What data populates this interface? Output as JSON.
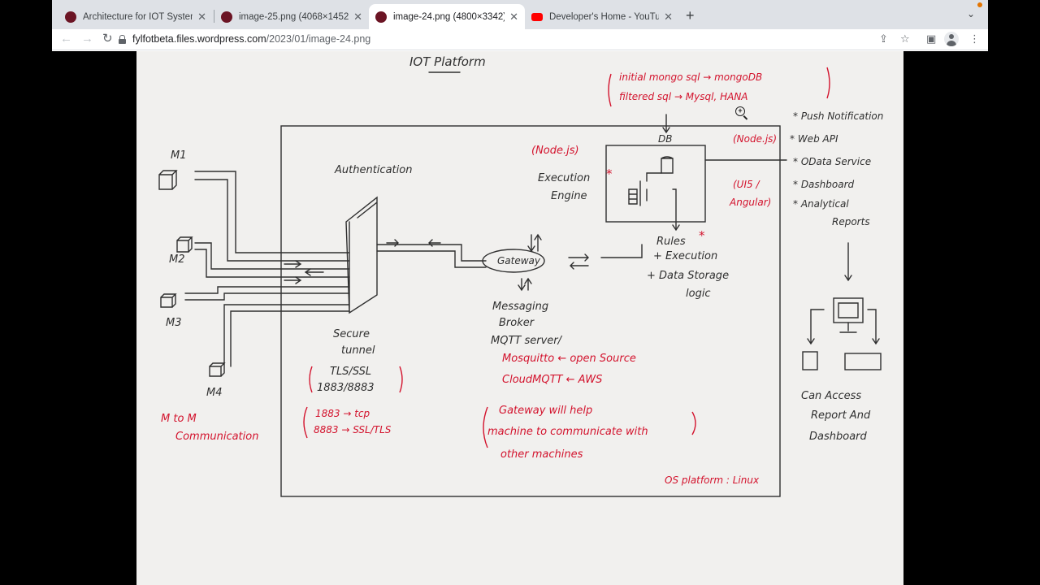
{
  "tabs": [
    {
      "title": "Architecture for IOT System – F",
      "favicon_color": "#6b1424",
      "active": false
    },
    {
      "title": "image-25.png (4068×1452)",
      "favicon_color": "#6b1424",
      "active": false
    },
    {
      "title": "image-24.png (4800×3342)",
      "favicon_color": "#6b1424",
      "active": true
    },
    {
      "title": "Developer's Home - YouTube",
      "favicon_color": "#ff0000",
      "active": false
    }
  ],
  "address": {
    "host": "fylfotbeta.files.wordpress.com",
    "path": "/2023/01/image-24.png"
  },
  "icons": {
    "back": "arrow-left-icon",
    "forward": "arrow-right-icon",
    "reload": "reload-icon",
    "share": "share-icon",
    "bookmark": "star-icon",
    "side_panel": "side-panel-icon",
    "profile": "avatar",
    "menu": "kebab-menu-icon",
    "zoom": "zoom-in-icon"
  },
  "colors": {
    "red_ink": "#d3132d",
    "pencil": "#2f2f2f",
    "paper": "#f1f0ee"
  },
  "diagram": {
    "title": "IOT Platform",
    "machines": [
      "M1",
      "M2",
      "M3",
      "M4"
    ],
    "m2m": [
      "M to M",
      "Communication"
    ],
    "authentication": "Authentication",
    "tunnel": [
      "Secure",
      "tunnel"
    ],
    "tls": [
      "TLS/SSL",
      "1883/8883"
    ],
    "ports": [
      "1883 → tcp",
      "8883 → SSL/TLS"
    ],
    "gateway": "Gateway",
    "broker": [
      "Messaging",
      "Broker",
      "MQTT server/"
    ],
    "mqtt_red": [
      "Mosquitto ← open Source",
      "CloudMQTT ← AWS"
    ],
    "gateway_note": [
      "Gateway will help",
      "machine to communicate with",
      "other machines"
    ],
    "engine": [
      "Execution",
      "Engine"
    ],
    "nodejs": "(Node.js)",
    "db": "DB",
    "db_note": [
      "initial mongo sql → mongoDB",
      "filtered sql → Mysql, HANA"
    ],
    "rules": [
      "Rules",
      "+ Execution",
      "+ Data Storage",
      "logic"
    ],
    "services": [
      "* Push Notification",
      "* Web API",
      "* OData Service",
      "* Dashboard",
      "* Analytical",
      "Reports"
    ],
    "node_right": "(Node.js)",
    "ui": [
      "(UI5 /",
      "Angular)"
    ],
    "access": [
      "Can Access",
      "Report And",
      "Dashboard"
    ],
    "os": "OS platform : Linux"
  }
}
